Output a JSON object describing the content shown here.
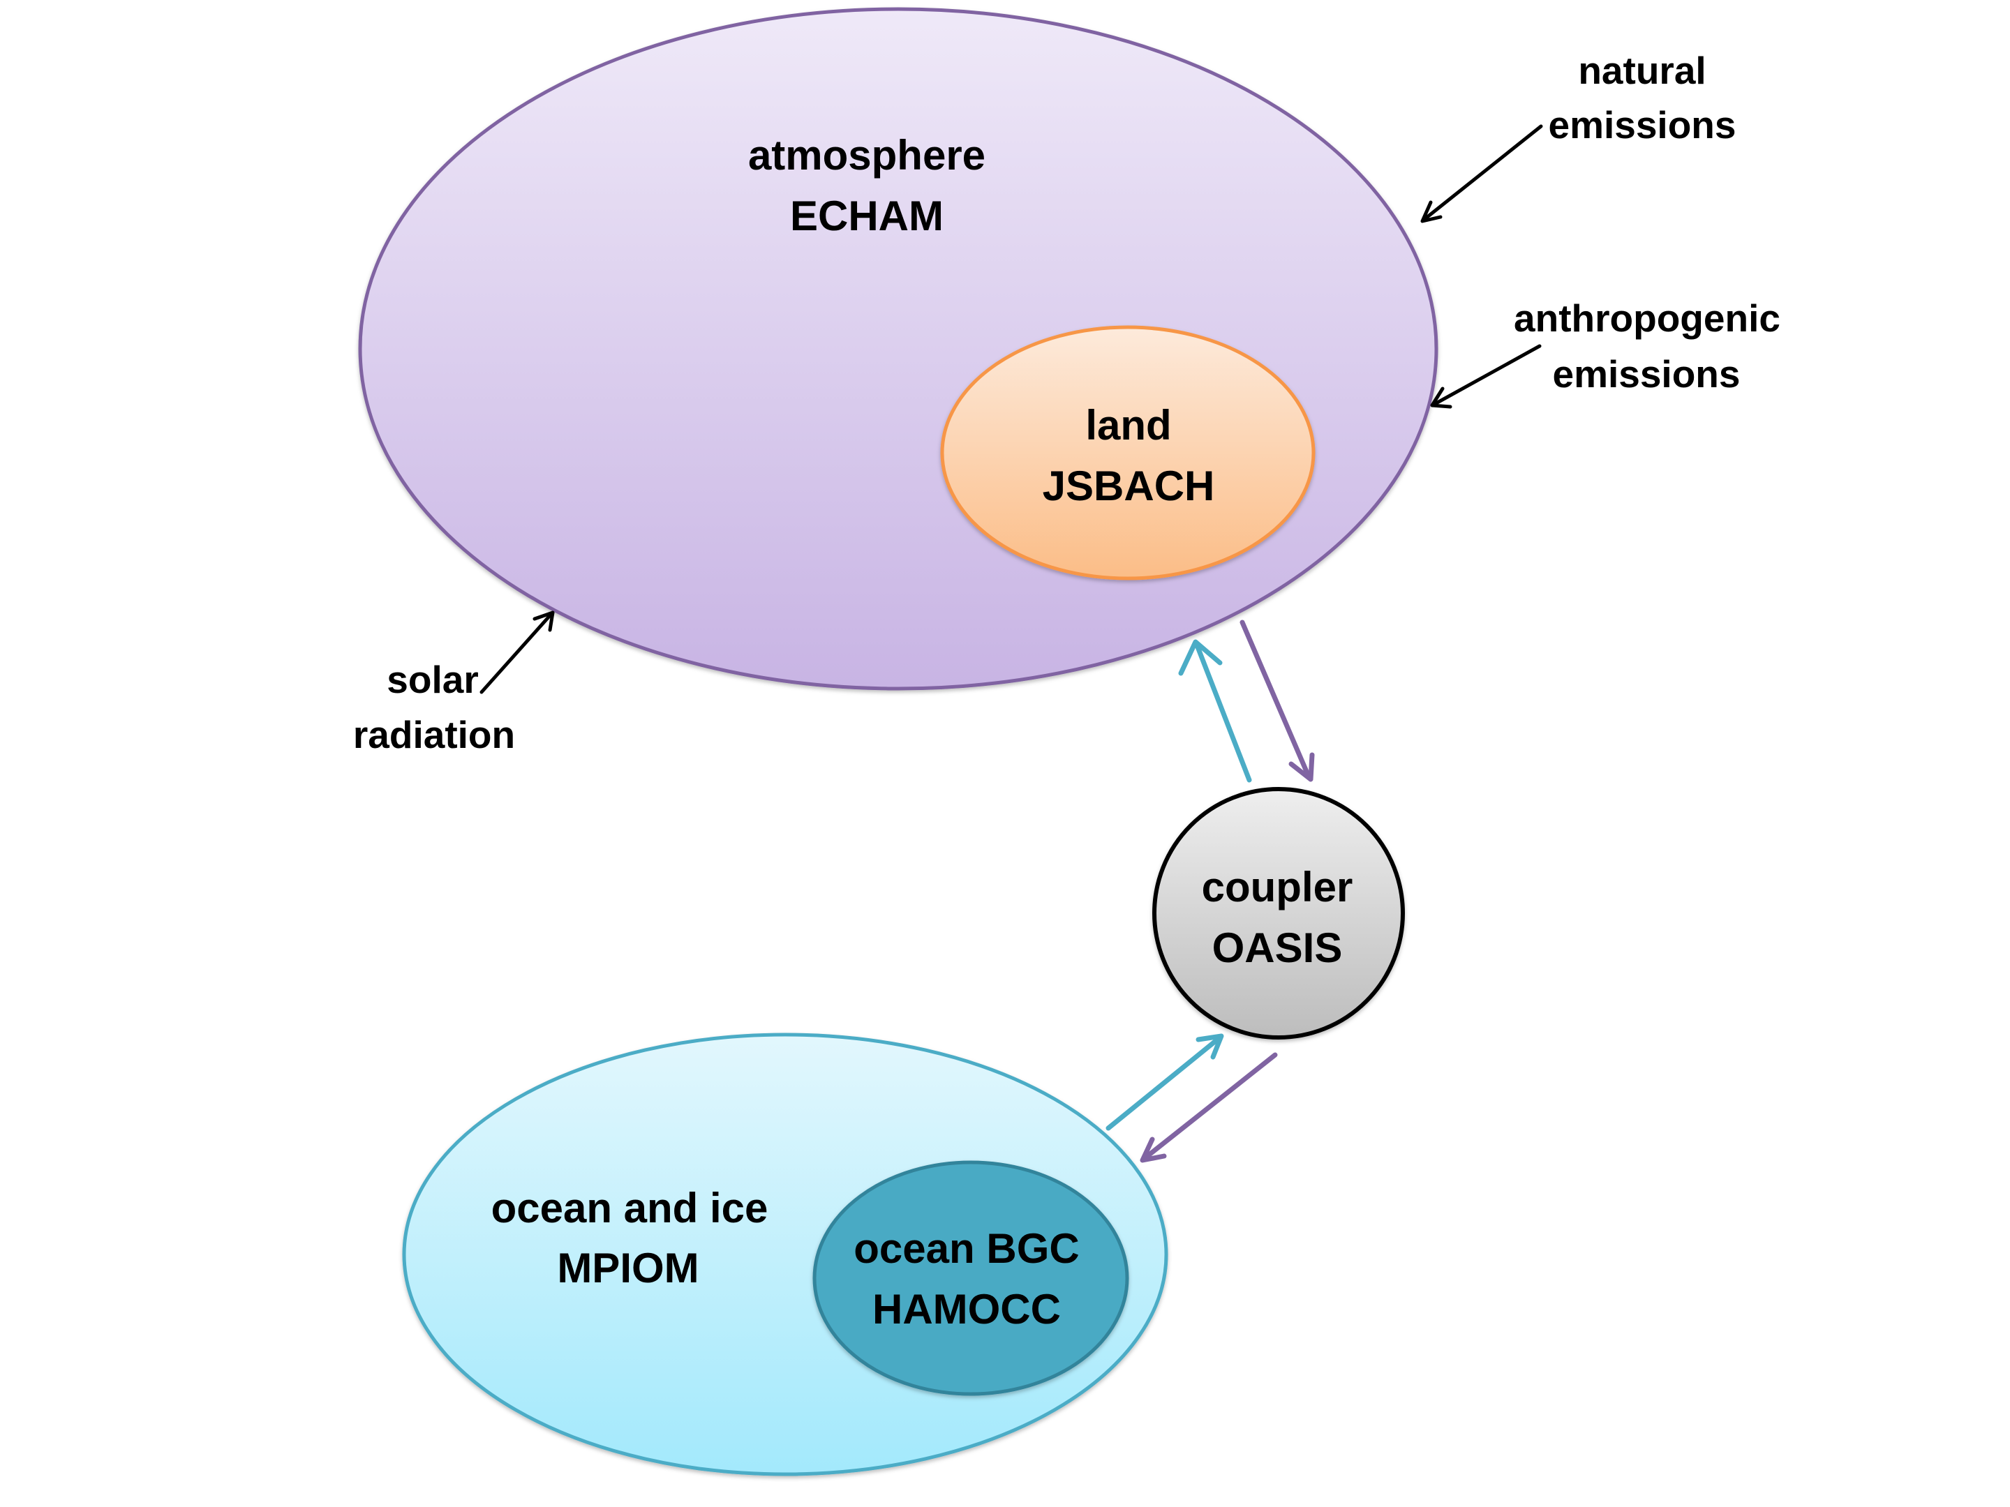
{
  "diagram": {
    "title": "Earth system model components and coupling",
    "components": {
      "atmosphere": {
        "label": "atmosphere",
        "model": "ECHAM",
        "fill_top": "#efe9f8",
        "fill_bottom": "#c8b4e4",
        "stroke": "#8064a2"
      },
      "land": {
        "label": "land",
        "model": "JSBACH",
        "fill_top": "#fdeadb",
        "fill_bottom": "#fbbd87",
        "stroke": "#f79646"
      },
      "coupler": {
        "label": "coupler",
        "model": "OASIS",
        "fill_top": "#eeeeee",
        "fill_bottom": "#bdbdbd",
        "stroke": "#000000"
      },
      "ocean": {
        "label": "ocean and ice",
        "model": "MPIOM",
        "fill_top": "#e2f7fd",
        "fill_bottom": "#a3e9fc",
        "stroke": "#4bacc6"
      },
      "ocean_bgc": {
        "label": "ocean BGC",
        "model": "HAMOCC",
        "fill": "#4aaac4",
        "stroke": "#31849b"
      }
    },
    "external_forcings": [
      {
        "id": "natural",
        "line1": "natural",
        "line2": "emissions",
        "target": "atmosphere"
      },
      {
        "id": "anthropogenic",
        "line1": "anthropogenic",
        "line2": "emissions",
        "target": "atmosphere"
      },
      {
        "id": "solar",
        "line1": "solar",
        "line2": "radiation",
        "target": "atmosphere"
      }
    ],
    "exchanges": [
      {
        "from": "coupler",
        "to": "atmosphere",
        "color": "#4bacc6"
      },
      {
        "from": "atmosphere",
        "to": "coupler",
        "color": "#8064a2"
      },
      {
        "from": "ocean",
        "to": "coupler",
        "color": "#4bacc6"
      },
      {
        "from": "coupler",
        "to": "ocean",
        "color": "#8064a2"
      }
    ],
    "forcing_arrow_color": "#000000"
  }
}
